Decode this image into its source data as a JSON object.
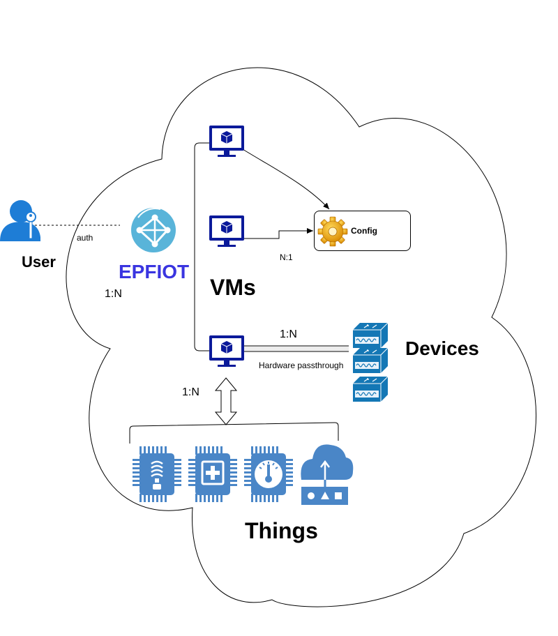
{
  "colors": {
    "vm_blue": "#0b1a9a",
    "icon_blue": "#4a86c7",
    "device_blue": "#1477b5",
    "epfiot_text": "#3a35e0",
    "user_blue": "#1e7dd6"
  },
  "labels": {
    "user": "User",
    "auth": "auth",
    "epfiot": "EPFIOT",
    "one_to_n_left": "1:N",
    "vms": "VMs",
    "config": "Config",
    "n_to_one": "N:1",
    "one_to_n_devices": "1:N",
    "hardware_passthrough": "Hardware passthrough",
    "devices": "Devices",
    "one_to_n_things": "1:N",
    "things": "Things"
  },
  "icons": {
    "user": "user-with-key-icon",
    "epfiot": "service-fabric-icon",
    "vm": "virtual-machine-icon",
    "config": "gear-icon",
    "device": "network-switch-icon",
    "things": [
      "lightbulb-chip-icon",
      "medical-chip-icon",
      "thermometer-chip-icon",
      "cloud-upload-icon"
    ]
  }
}
